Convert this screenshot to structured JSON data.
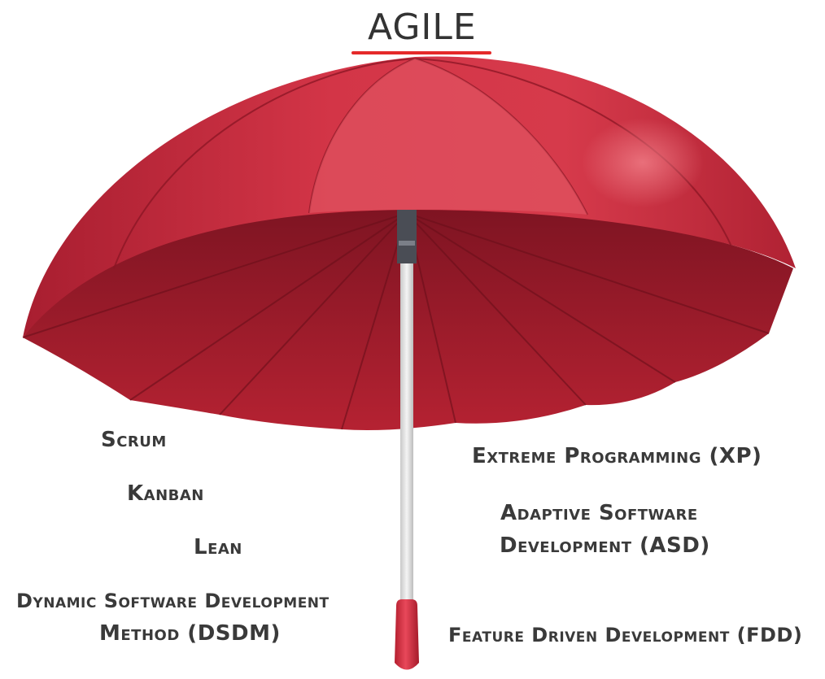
{
  "title": "AGILE",
  "colors": {
    "canopy": "#c6283a",
    "canopy_dark": "#8f1726",
    "canopy_light": "#e25a66",
    "title_underline": "#e52a2a",
    "shaft": "#e8e8e8",
    "handle": "#d6283a",
    "text": "#3a3a3a"
  },
  "methods_left": [
    "Scrum",
    "Kanban",
    "Lean",
    "Dynamic Software Development",
    "Method (DSDM)"
  ],
  "methods_right": [
    "Extreme Programming (XP)",
    "Adaptive Software",
    "Development (ASD)",
    "Feature Driven Development (FDD)"
  ]
}
